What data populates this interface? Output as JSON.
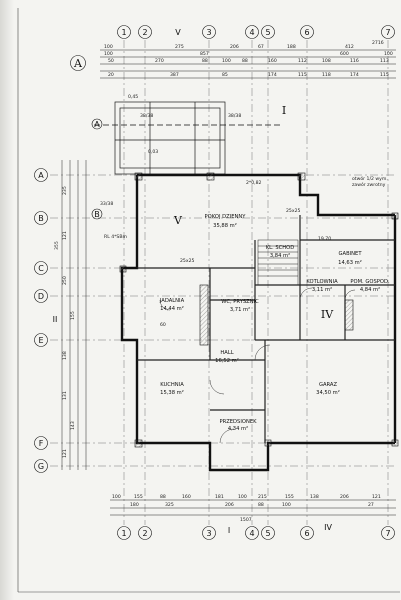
{
  "drawing": {
    "section_mark": "A",
    "section_mark_right": "I",
    "axis_numbers_top": [
      "1",
      "2",
      "V",
      "3",
      "4",
      "5",
      "6",
      "7"
    ],
    "axis_numbers_bottom": [
      "1",
      "2",
      "3",
      "I",
      "4",
      "5",
      "6",
      "IV",
      "7"
    ],
    "axis_letters_left": [
      "A",
      "B",
      "C",
      "D",
      "E",
      "F",
      "G"
    ],
    "axis_letters_inner": [
      "A",
      "B"
    ],
    "axis_label_ii": "II",
    "roman_v": "V",
    "roman_iv": "IV"
  },
  "rooms": [
    {
      "name": "POKOJ DZIENNY",
      "area": "35,88 m²"
    },
    {
      "name": "GABINET",
      "area": "14,63 m²"
    },
    {
      "name": "KL. SCHOD",
      "area": "3,84 m²"
    },
    {
      "name": "KOTLOWNIA",
      "area": "3,11 m²"
    },
    {
      "name": "POM. GOSPOD.",
      "area": "4,84 m²"
    },
    {
      "name": "JADALNIA",
      "area": "14,44 m²"
    },
    {
      "name": "WC, PRYSZNIC",
      "area": "3,71 m²"
    },
    {
      "name": "HALL",
      "area": "16,52 m²"
    },
    {
      "name": "KUCHNIA",
      "area": "15,38 m²"
    },
    {
      "name": "GARAZ",
      "area": "34,50 m²"
    },
    {
      "name": "PRZEDSIONEK",
      "area": "4,34 m²"
    }
  ],
  "dimensions": {
    "top_row1": [
      "100",
      "275",
      "206",
      "67",
      "188",
      "412",
      "2716"
    ],
    "top_row2": [
      "100",
      "857",
      "600",
      "100"
    ],
    "top_row3": [
      "50",
      "270",
      "88",
      "100",
      "88",
      "160",
      "112",
      "108",
      "116",
      "113"
    ],
    "top_row4": [
      "20",
      "387",
      "85",
      "174",
      "115",
      "118",
      "174",
      "115"
    ],
    "bottom_row1": [
      "100",
      "155",
      "88",
      "160",
      "181",
      "100",
      "215",
      "155",
      "138",
      "206",
      "121"
    ],
    "bottom_row2": [
      "180",
      "325",
      "206",
      "88",
      "100",
      "27"
    ],
    "bottom_total": "1507",
    "left_col": [
      "235",
      "121",
      "355",
      "250",
      "155",
      "138",
      "131",
      "143",
      "121"
    ],
    "pergola": [
      "0,45",
      "38/38",
      "38/38",
      "0,03"
    ],
    "misc": [
      "RL 4*SBm",
      "25x25",
      "25x25",
      "2*0,82",
      "33/38",
      "60",
      "19,70"
    ]
  },
  "notes": [
    "otwór 1/2 wym.",
    "zawór zwrotny"
  ],
  "colors": {
    "line": "#1a1a1a",
    "paper": "#f4f4f1",
    "hatch": "#6a6a6a"
  }
}
